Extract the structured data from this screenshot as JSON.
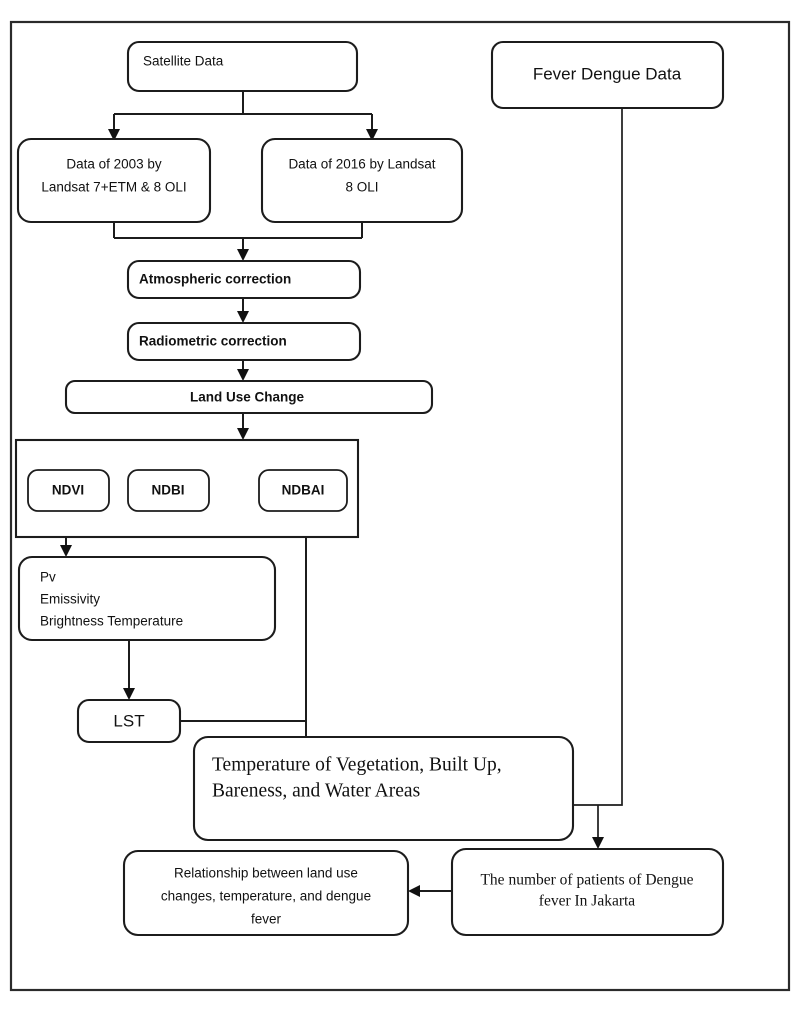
{
  "diagram": {
    "title_present": false,
    "colors": {
      "stroke": "#1c1c1c",
      "frame": "#2b2b2b",
      "background": "#ffffff",
      "text": "#111111"
    },
    "nodes": {
      "satellite_data": "Satellite Data",
      "fever_dengue_data": "Fever Dengue Data",
      "data_2003_line1": "Data of 2003 by",
      "data_2003_line2": "Landsat 7+ETM & 8 OLI",
      "data_2016_line1": "Data of 2016 by Landsat",
      "data_2016_line2": "8 OLI",
      "atmospheric_correction": "Atmospheric correction",
      "radiometric_correction": "Radiometric correction",
      "land_use_change": "Land Use  Change",
      "ndvi": "NDVI",
      "ndbi": "NDBI",
      "ndbai": "NDBAI",
      "pv": "Pv",
      "emissivity": "Emissivity",
      "brightness_temperature": "Brightness Temperature",
      "lst": "LST",
      "temperature_areas_line1": "Temperature of Vegetation, Built Up,",
      "temperature_areas_line2": "Bareness, and Water Areas",
      "patients_line1": "The number of patients of Dengue",
      "patients_line2": "fever In Jakarta",
      "relationship_line1": "Relationship between land use",
      "relationship_line2": "changes, temperature, and  dengue",
      "relationship_line3": "fever"
    }
  }
}
